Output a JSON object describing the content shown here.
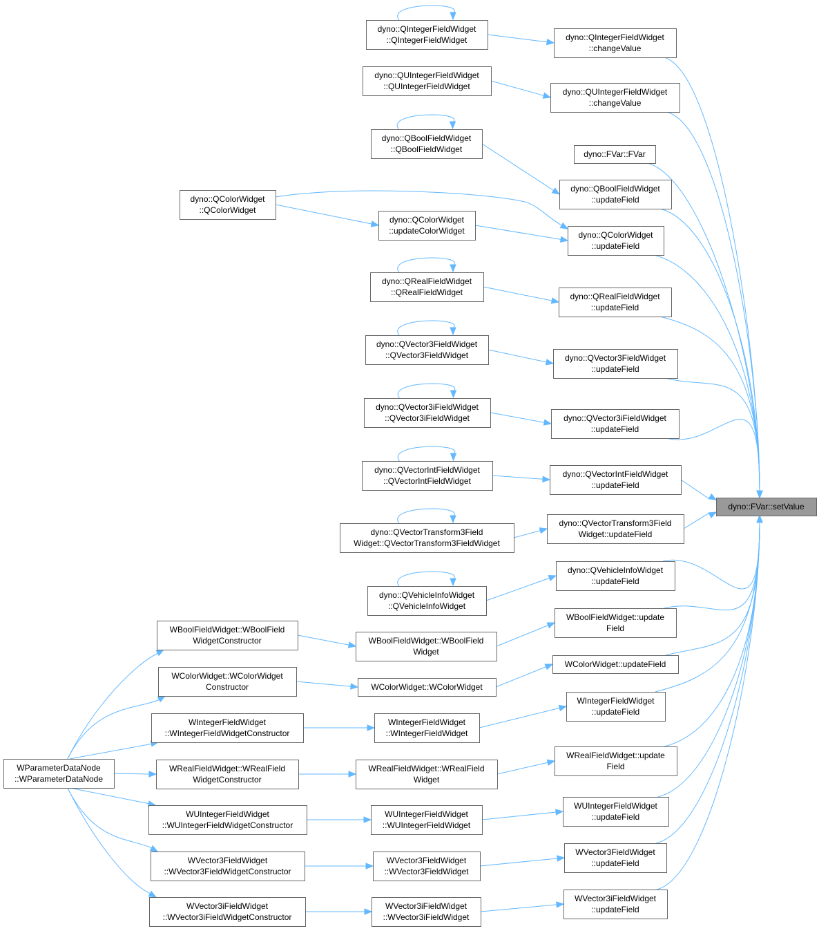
{
  "graph": {
    "title": "",
    "focus_node": "setValue",
    "colors": {
      "edge": "#63b8ff",
      "node_border": "#666666",
      "node_fill": "#ffffff",
      "focus_fill": "#999999",
      "text": "#000000"
    },
    "nodes": [
      {
        "id": "setValue",
        "lines": [
          "dyno::FVar::setValue"
        ],
        "focus": true
      },
      {
        "id": "qintChange",
        "lines": [
          "dyno::QIntegerFieldWidget",
          "::changeValue"
        ]
      },
      {
        "id": "quintChange",
        "lines": [
          "dyno::QUIntegerFieldWidget",
          "::changeValue"
        ]
      },
      {
        "id": "fvarCtor",
        "lines": [
          "dyno::FVar::FVar"
        ]
      },
      {
        "id": "qboolUpd",
        "lines": [
          "dyno::QBoolFieldWidget",
          "::updateField"
        ]
      },
      {
        "id": "qcolorUpd",
        "lines": [
          "dyno::QColorWidget",
          "::updateField"
        ]
      },
      {
        "id": "qrealUpd",
        "lines": [
          "dyno::QRealFieldWidget",
          "::updateField"
        ]
      },
      {
        "id": "qv3Upd",
        "lines": [
          "dyno::QVector3FieldWidget",
          "::updateField"
        ]
      },
      {
        "id": "qv3iUpd",
        "lines": [
          "dyno::QVector3iFieldWidget",
          "::updateField"
        ]
      },
      {
        "id": "qvintUpd",
        "lines": [
          "dyno::QVectorIntFieldWidget",
          "::updateField"
        ]
      },
      {
        "id": "qvtUpd",
        "lines": [
          "dyno::QVectorTransform3Field",
          "Widget::updateField"
        ]
      },
      {
        "id": "qvehUpd",
        "lines": [
          "dyno::QVehicleInfoWidget",
          "::updateField"
        ]
      },
      {
        "id": "wboolUpd",
        "lines": [
          "WBoolFieldWidget::update",
          "Field"
        ]
      },
      {
        "id": "wcolorUpd",
        "lines": [
          "WColorWidget::updateField"
        ]
      },
      {
        "id": "wintUpd",
        "lines": [
          "WIntegerFieldWidget",
          "::updateField"
        ]
      },
      {
        "id": "wrealUpd",
        "lines": [
          "WRealFieldWidget::update",
          "Field"
        ]
      },
      {
        "id": "wuintUpd",
        "lines": [
          "WUIntegerFieldWidget",
          "::updateField"
        ]
      },
      {
        "id": "wv3Upd",
        "lines": [
          "WVector3FieldWidget",
          "::updateField"
        ]
      },
      {
        "id": "wv3iUpd",
        "lines": [
          "WVector3iFieldWidget",
          "::updateField"
        ]
      },
      {
        "id": "qintCtor",
        "lines": [
          "dyno::QIntegerFieldWidget",
          "::QIntegerFieldWidget"
        ]
      },
      {
        "id": "quintCtor",
        "lines": [
          "dyno::QUIntegerFieldWidget",
          "::QUIntegerFieldWidget"
        ]
      },
      {
        "id": "qboolCtor",
        "lines": [
          "dyno::QBoolFieldWidget",
          "::QBoolFieldWidget"
        ]
      },
      {
        "id": "qcolorUCW",
        "lines": [
          "dyno::QColorWidget",
          "::updateColorWidget"
        ]
      },
      {
        "id": "qcolorCtor",
        "lines": [
          "dyno::QColorWidget",
          "::QColorWidget"
        ]
      },
      {
        "id": "qrealCtor",
        "lines": [
          "dyno::QRealFieldWidget",
          "::QRealFieldWidget"
        ]
      },
      {
        "id": "qv3Ctor",
        "lines": [
          "dyno::QVector3FieldWidget",
          "::QVector3FieldWidget"
        ]
      },
      {
        "id": "qv3iCtor",
        "lines": [
          "dyno::QVector3iFieldWidget",
          "::QVector3iFieldWidget"
        ]
      },
      {
        "id": "qvintCtor",
        "lines": [
          "dyno::QVectorIntFieldWidget",
          "::QVectorIntFieldWidget"
        ]
      },
      {
        "id": "qvtCtor",
        "lines": [
          "dyno::QVectorTransform3Field",
          "Widget::QVectorTransform3FieldWidget"
        ]
      },
      {
        "id": "qvehCtor",
        "lines": [
          "dyno::QVehicleInfoWidget",
          "::QVehicleInfoWidget"
        ]
      },
      {
        "id": "wboolCtor",
        "lines": [
          "WBoolFieldWidget::WBoolField",
          "Widget"
        ]
      },
      {
        "id": "wcolorCtor",
        "lines": [
          "WColorWidget::WColorWidget"
        ]
      },
      {
        "id": "wintCtor",
        "lines": [
          "WIntegerFieldWidget",
          "::WIntegerFieldWidget"
        ]
      },
      {
        "id": "wrealCtor",
        "lines": [
          "WRealFieldWidget::WRealField",
          "Widget"
        ]
      },
      {
        "id": "wuintCtor",
        "lines": [
          "WUIntegerFieldWidget",
          "::WUIntegerFieldWidget"
        ]
      },
      {
        "id": "wv3Ctor",
        "lines": [
          "WVector3FieldWidget",
          "::WVector3FieldWidget"
        ]
      },
      {
        "id": "wv3iCtor",
        "lines": [
          "WVector3iFieldWidget",
          "::WVector3iFieldWidget"
        ]
      },
      {
        "id": "wboolCons",
        "lines": [
          "WBoolFieldWidget::WBoolField",
          "WidgetConstructor"
        ]
      },
      {
        "id": "wcolorCons",
        "lines": [
          "WColorWidget::WColorWidget",
          "Constructor"
        ]
      },
      {
        "id": "wintCons",
        "lines": [
          "WIntegerFieldWidget",
          "::WIntegerFieldWidgetConstructor"
        ]
      },
      {
        "id": "wrealCons",
        "lines": [
          "WRealFieldWidget::WRealField",
          "WidgetConstructor"
        ]
      },
      {
        "id": "wuintCons",
        "lines": [
          "WUIntegerFieldWidget",
          "::WUIntegerFieldWidgetConstructor"
        ]
      },
      {
        "id": "wv3Cons",
        "lines": [
          "WVector3FieldWidget",
          "::WVector3FieldWidgetConstructor"
        ]
      },
      {
        "id": "wv3iCons",
        "lines": [
          "WVector3iFieldWidget",
          "::WVector3iFieldWidgetConstructor"
        ]
      },
      {
        "id": "wparam",
        "lines": [
          "WParameterDataNode",
          "::WParameterDataNode"
        ]
      }
    ],
    "edges": [
      {
        "from": "qintChange",
        "to": "setValue"
      },
      {
        "from": "quintChange",
        "to": "setValue"
      },
      {
        "from": "fvarCtor",
        "to": "setValue"
      },
      {
        "from": "qboolUpd",
        "to": "setValue"
      },
      {
        "from": "qcolorUpd",
        "to": "setValue"
      },
      {
        "from": "qrealUpd",
        "to": "setValue"
      },
      {
        "from": "qv3Upd",
        "to": "setValue"
      },
      {
        "from": "qv3iUpd",
        "to": "setValue"
      },
      {
        "from": "qvintUpd",
        "to": "setValue"
      },
      {
        "from": "qvtUpd",
        "to": "setValue"
      },
      {
        "from": "qvehUpd",
        "to": "setValue"
      },
      {
        "from": "wboolUpd",
        "to": "setValue"
      },
      {
        "from": "wcolorUpd",
        "to": "setValue"
      },
      {
        "from": "wintUpd",
        "to": "setValue"
      },
      {
        "from": "wrealUpd",
        "to": "setValue"
      },
      {
        "from": "wuintUpd",
        "to": "setValue"
      },
      {
        "from": "wv3Upd",
        "to": "setValue"
      },
      {
        "from": "wv3iUpd",
        "to": "setValue"
      },
      {
        "from": "qintCtor",
        "to": "qintChange"
      },
      {
        "from": "quintCtor",
        "to": "quintChange"
      },
      {
        "from": "qboolCtor",
        "to": "qboolUpd"
      },
      {
        "from": "qcolorCtor",
        "to": "qcolorUpd"
      },
      {
        "from": "qcolorCtor",
        "to": "qcolorUCW"
      },
      {
        "from": "qcolorUCW",
        "to": "qcolorUpd"
      },
      {
        "from": "qrealCtor",
        "to": "qrealUpd"
      },
      {
        "from": "qv3Ctor",
        "to": "qv3Upd"
      },
      {
        "from": "qv3iCtor",
        "to": "qv3iUpd"
      },
      {
        "from": "qvintCtor",
        "to": "qvintUpd"
      },
      {
        "from": "qvtCtor",
        "to": "qvtUpd"
      },
      {
        "from": "qvehCtor",
        "to": "qvehUpd"
      },
      {
        "from": "qintCtor",
        "to": "qintCtor"
      },
      {
        "from": "qboolCtor",
        "to": "qboolCtor"
      },
      {
        "from": "qrealCtor",
        "to": "qrealCtor"
      },
      {
        "from": "qv3Ctor",
        "to": "qv3Ctor"
      },
      {
        "from": "qv3iCtor",
        "to": "qv3iCtor"
      },
      {
        "from": "qvintCtor",
        "to": "qvintCtor"
      },
      {
        "from": "qvtCtor",
        "to": "qvtCtor"
      },
      {
        "from": "qvehCtor",
        "to": "qvehCtor"
      },
      {
        "from": "wboolCtor",
        "to": "wboolUpd"
      },
      {
        "from": "wcolorCtor",
        "to": "wcolorUpd"
      },
      {
        "from": "wintCtor",
        "to": "wintUpd"
      },
      {
        "from": "wrealCtor",
        "to": "wrealUpd"
      },
      {
        "from": "wuintCtor",
        "to": "wuintUpd"
      },
      {
        "from": "wv3Ctor",
        "to": "wv3Upd"
      },
      {
        "from": "wv3iCtor",
        "to": "wv3iUpd"
      },
      {
        "from": "wboolCons",
        "to": "wboolCtor"
      },
      {
        "from": "wcolorCons",
        "to": "wcolorCtor"
      },
      {
        "from": "wintCons",
        "to": "wintCtor"
      },
      {
        "from": "wrealCons",
        "to": "wrealCtor"
      },
      {
        "from": "wuintCons",
        "to": "wuintCtor"
      },
      {
        "from": "wv3Cons",
        "to": "wv3Ctor"
      },
      {
        "from": "wv3iCons",
        "to": "wv3iCtor"
      },
      {
        "from": "wparam",
        "to": "wboolCons"
      },
      {
        "from": "wparam",
        "to": "wcolorCons"
      },
      {
        "from": "wparam",
        "to": "wintCons"
      },
      {
        "from": "wparam",
        "to": "wrealCons"
      },
      {
        "from": "wparam",
        "to": "wuintCons"
      },
      {
        "from": "wparam",
        "to": "wv3Cons"
      },
      {
        "from": "wparam",
        "to": "wv3iCons"
      }
    ]
  }
}
